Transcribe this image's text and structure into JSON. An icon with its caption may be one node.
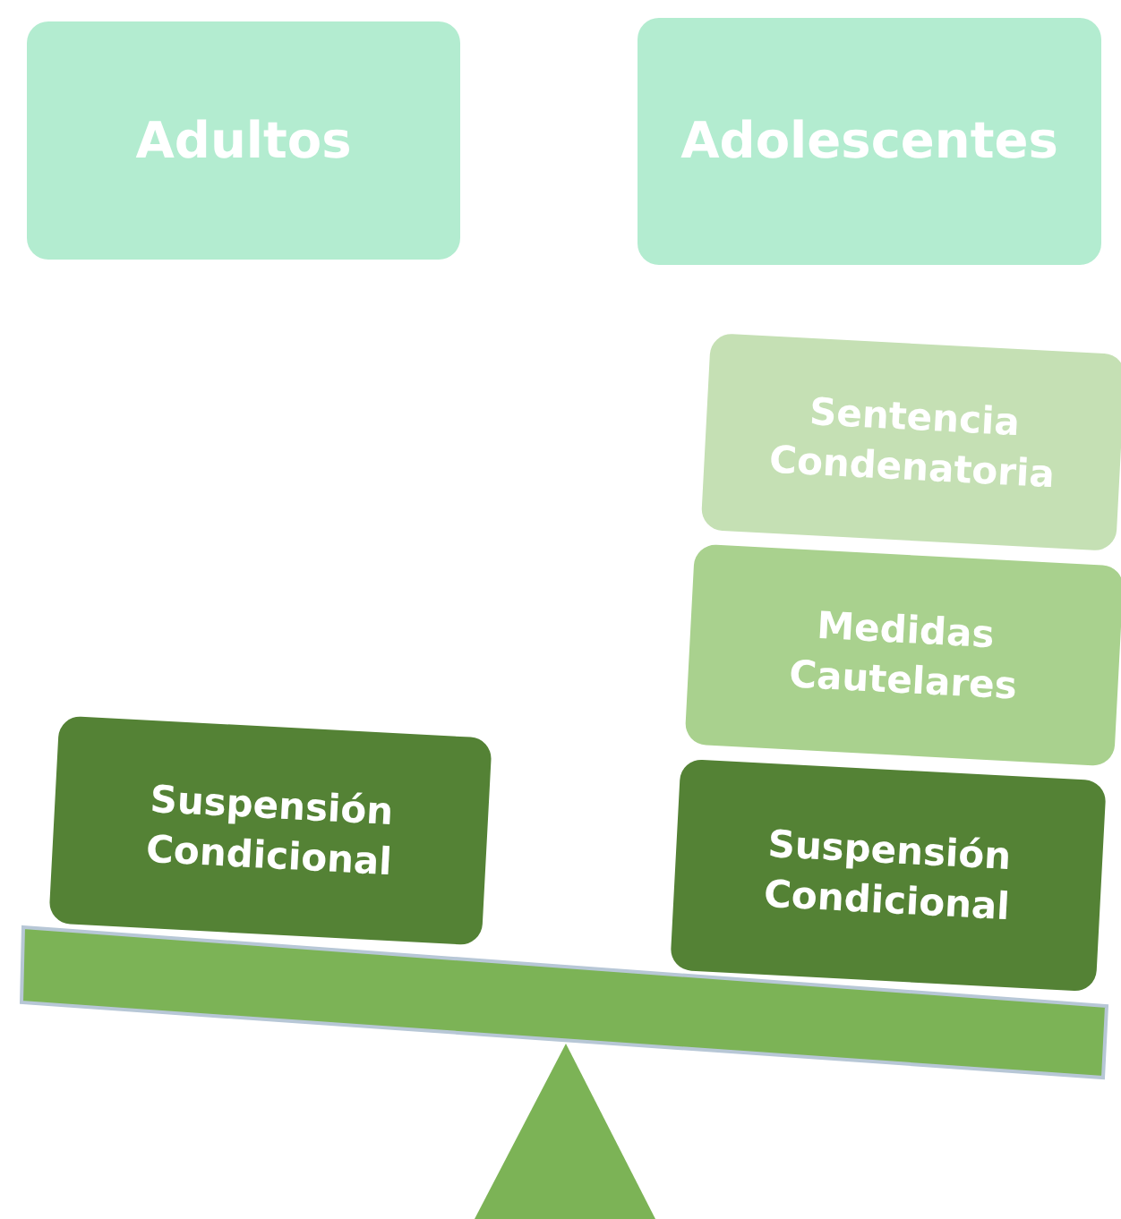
{
  "diagram": {
    "nodes": [
      {
        "text": [
          "Adultos"
        ]
      },
      {
        "text": [
          "Adolescentes"
        ]
      },
      {
        "text": [
          "Sentencia Condenatoria"
        ]
      },
      {
        "text": [
          "Medidas Cautelares"
        ]
      },
      {
        "text": [
          "Suspensión Condicional"
        ]
      },
      {
        "text": [
          "Suspensión Condicional"
        ]
      }
    ]
  }
}
